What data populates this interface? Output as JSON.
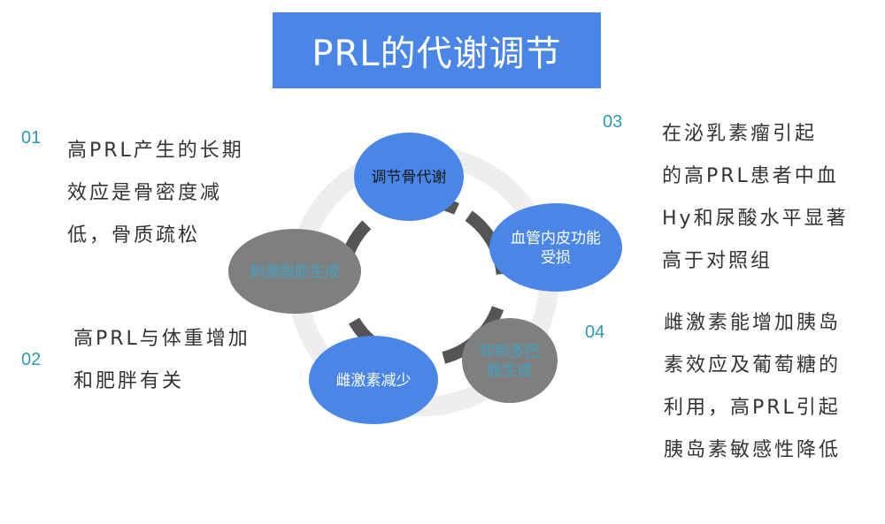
{
  "title": "PRL的代谢调节",
  "points": [
    {
      "num": "01",
      "lines": [
        "高PRL产生的长期",
        "效应是骨密度减",
        "低，骨质疏松"
      ]
    },
    {
      "num": "02",
      "lines": [
        "高PRL与体重增加",
        "和肥胖有关"
      ]
    },
    {
      "num": "03",
      "lines": [
        "在泌乳素瘤引起",
        "的高PRL患者中血",
        "Hy和尿酸水平显著",
        "高于对照组"
      ]
    },
    {
      "num": "04",
      "lines": [
        "雌激素能增加胰岛",
        "素效应及葡萄糖的",
        "利用，高PRL引起",
        "胰岛素敏感性降低"
      ]
    }
  ],
  "cycle": [
    {
      "lines": [
        "调节骨代谢"
      ],
      "color": "#4a86e8",
      "text_color": "#1a1a1a"
    },
    {
      "lines": [
        "血管内皮功能",
        "受损"
      ],
      "color": "#4a86e8",
      "text_color": "#ffffff"
    },
    {
      "lines": [
        "抑制多巴",
        "胺生成"
      ],
      "color": "#7f7f7f",
      "text_color": "#3fa4c2"
    },
    {
      "lines": [
        "雌激素减少"
      ],
      "color": "#4a86e8",
      "text_color": "#ffffff"
    },
    {
      "lines": [
        "刺激脂肪生成"
      ],
      "color": "#7f7f7f",
      "text_color": "#3fa4c2"
    }
  ],
  "colors": {
    "accent": "#4a86e8",
    "ring": "#eeeeee",
    "arc": "#555555",
    "number": "#2f9bb0"
  }
}
